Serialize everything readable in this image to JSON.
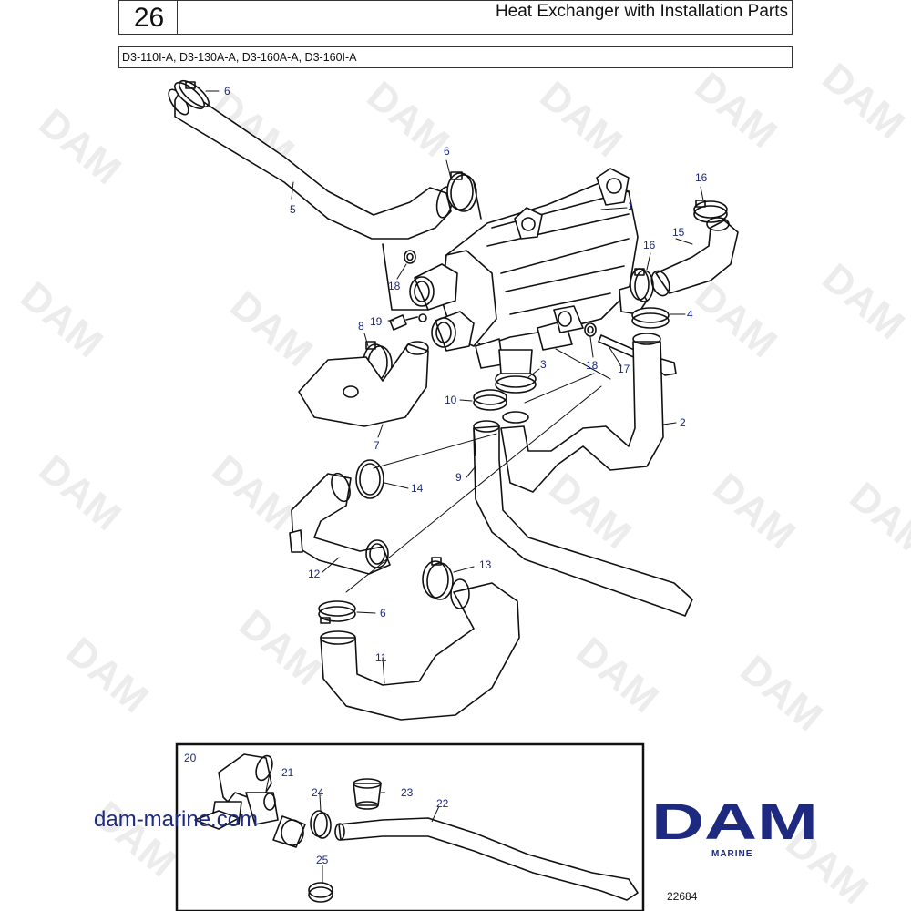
{
  "header": {
    "page_number": "26",
    "title": "Heat Exchanger with Installation Parts",
    "models": "D3-110I-A, D3-130A-A, D3-160A-A, D3-160I-A"
  },
  "watermark": {
    "text": "DAM",
    "color": "#ececec"
  },
  "callouts": {
    "c1": "1",
    "c2": "2",
    "c3": "3",
    "c4": "4",
    "c5": "5",
    "c6a": "6",
    "c6b": "6",
    "c6c": "6",
    "c7": "7",
    "c8": "8",
    "c9": "9",
    "c10": "10",
    "c11": "11",
    "c12": "12",
    "c13": "13",
    "c14": "14",
    "c15": "15",
    "c16a": "16",
    "c16b": "16",
    "c17": "17",
    "c18a": "18",
    "c18b": "18",
    "c19": "19",
    "c20": "20",
    "c21": "21",
    "c22": "22",
    "c23": "23",
    "c24": "24",
    "c25": "25"
  },
  "footer": {
    "site": "dam-marine.com",
    "brand": "DAM",
    "brand_sub": "MARINE",
    "reference": "22684"
  },
  "colors": {
    "brand": "#1d2a80",
    "lines": "#111111"
  }
}
